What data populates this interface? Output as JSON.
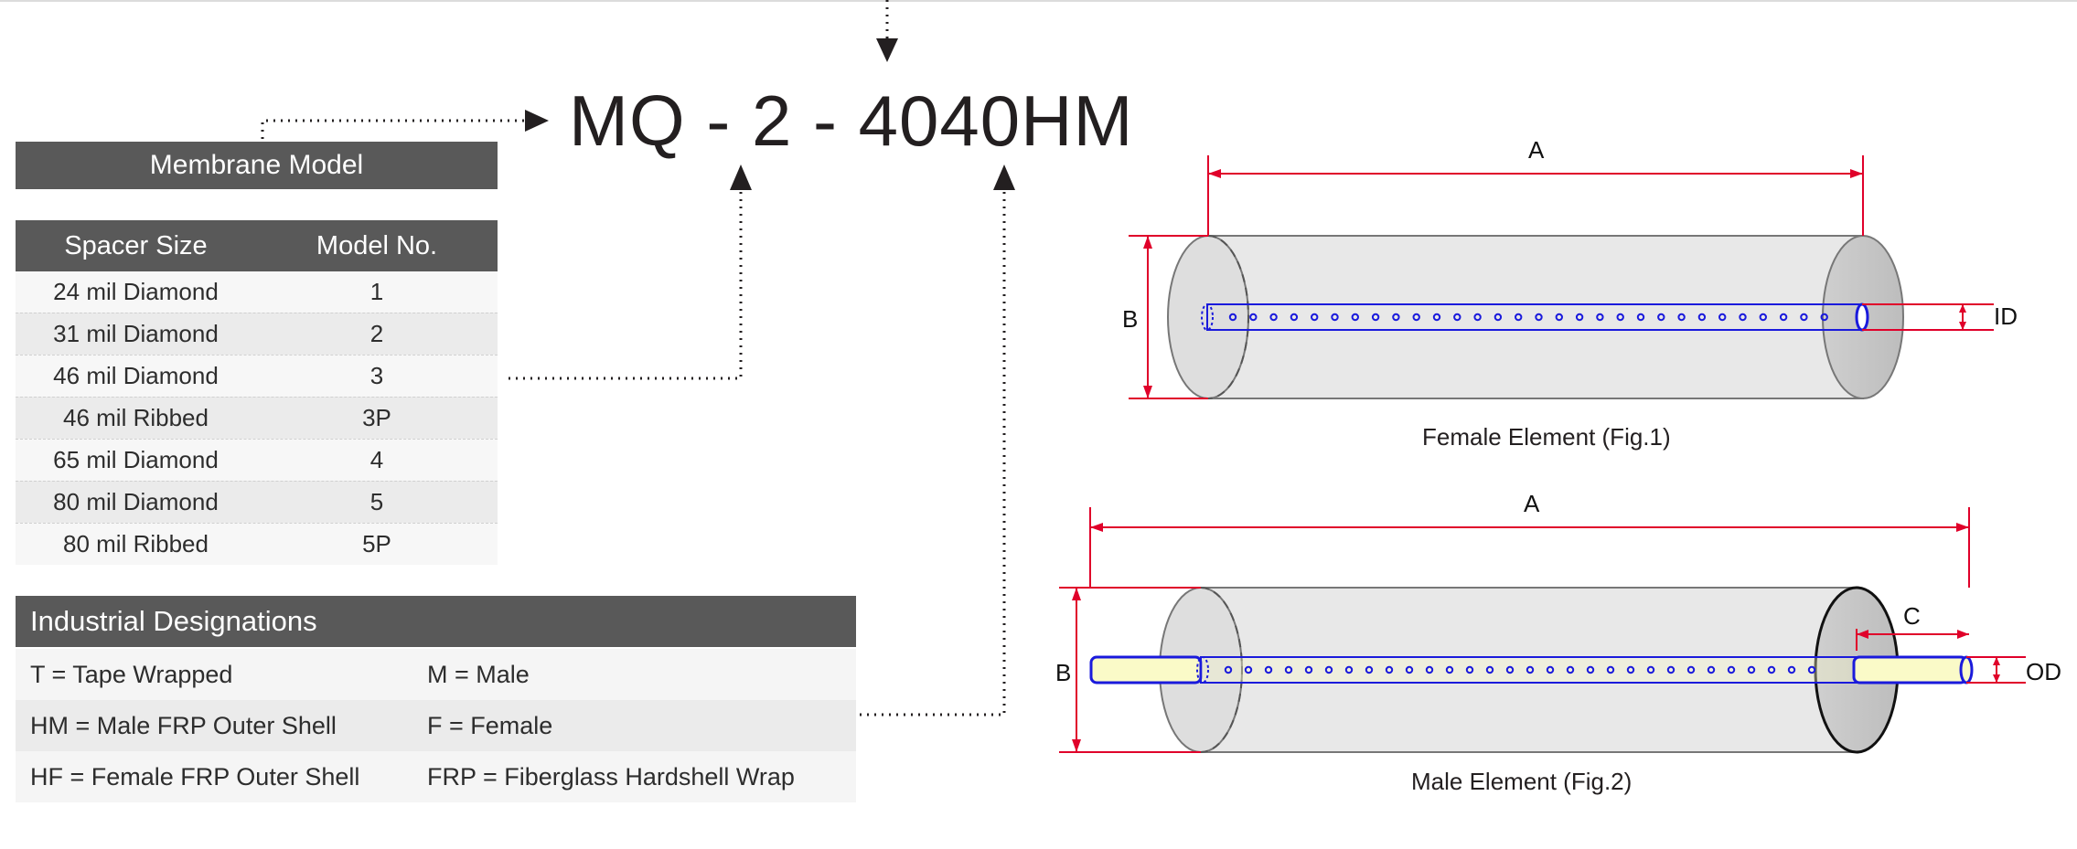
{
  "model_code": "MQ - 2 - 4040HM",
  "membrane_model": {
    "header": "Membrane Model"
  },
  "spacer_table": {
    "headers": [
      "Spacer Size",
      "Model No."
    ],
    "rows": [
      [
        "24 mil Diamond",
        "1"
      ],
      [
        "31 mil Diamond",
        "2"
      ],
      [
        "46 mil Diamond",
        "3"
      ],
      [
        "46 mil Ribbed",
        "3P"
      ],
      [
        "65 mil Diamond",
        "4"
      ],
      [
        "80 mil Diamond",
        "5"
      ],
      [
        "80 mil Ribbed",
        "5P"
      ]
    ]
  },
  "industrial_designations": {
    "header": "Industrial Designations",
    "rows": [
      [
        "T = Tape Wrapped",
        "M = Male"
      ],
      [
        "HM = Male FRP Outer Shell",
        "F = Female"
      ],
      [
        "HF = Female FRP Outer Shell",
        "FRP = Fiberglass Hardshell Wrap"
      ]
    ]
  },
  "figures": {
    "female": {
      "caption": "Female Element (Fig.1)",
      "dims": {
        "a": "A",
        "b": "B",
        "id": "ID"
      }
    },
    "male": {
      "caption": "Male Element (Fig.2)",
      "dims": {
        "a": "A",
        "b": "B",
        "c": "C",
        "od": "OD"
      }
    }
  },
  "colors": {
    "header_bg": "#595959",
    "dimension": "#e0002a",
    "tube": "#1a1adc",
    "tube_fill": "#fafac8",
    "cylinder": "#e6e6e6",
    "arrow": "#231f20"
  }
}
